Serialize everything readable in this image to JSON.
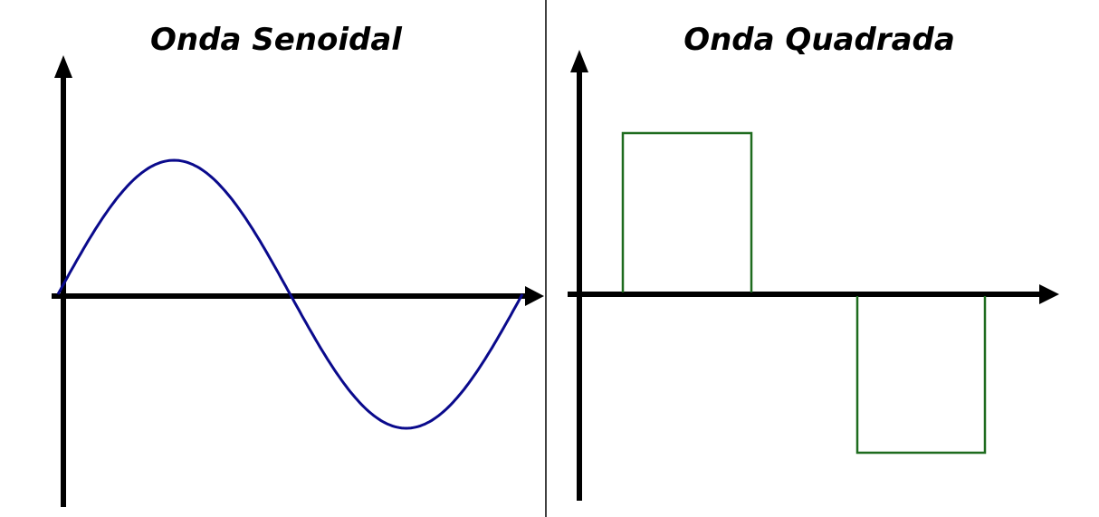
{
  "titles": {
    "left": "Onda Senoidal",
    "right": "Onda Quadrada"
  },
  "colors": {
    "axes": "#000000",
    "sine": "#0a0a8c",
    "square": "#1e6b1e",
    "divider": "#000000",
    "background": "#ffffff"
  },
  "panels": [
    {
      "name": "sine-panel",
      "title": "Onda Senoidal",
      "waveform": "sine",
      "description": "One full period of a sine wave starting at zero, rising to a positive peak, crossing zero, falling to a negative trough, and returning to zero"
    },
    {
      "name": "square-panel",
      "title": "Onda Quadrada",
      "waveform": "square",
      "description": "Square wave: a positive rectangular pulse followed by a zero gap and a negative rectangular pulse"
    }
  ]
}
